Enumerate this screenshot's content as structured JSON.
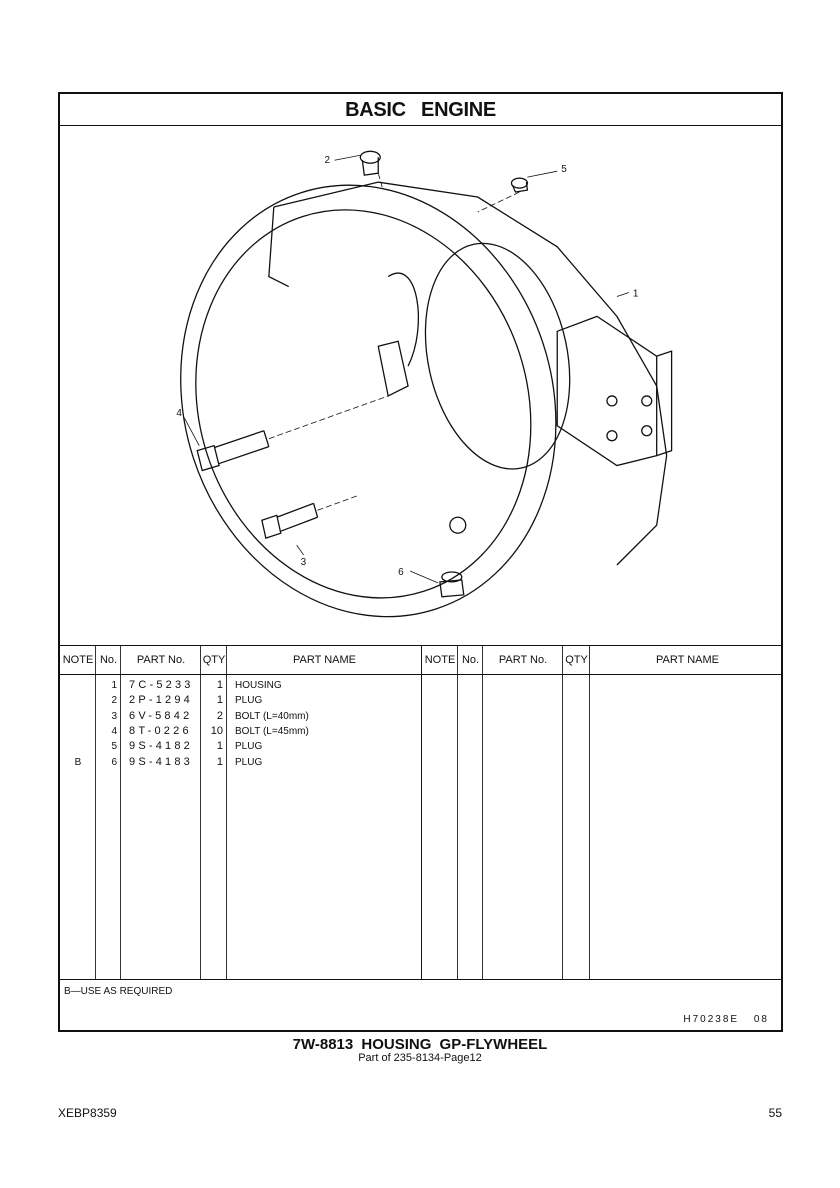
{
  "section_title": "BASIC ENGINE",
  "callouts": [
    "1",
    "2",
    "3",
    "4",
    "5",
    "6"
  ],
  "table": {
    "headers": [
      "NOTE",
      "No.",
      "PART No.",
      "QTY",
      "PART NAME"
    ],
    "rows": [
      {
        "note": "",
        "no": "1",
        "part": "7C-5233",
        "qty": "1",
        "name": "HOUSING"
      },
      {
        "note": "",
        "no": "2",
        "part": "2P-1294",
        "qty": "1",
        "name": "PLUG"
      },
      {
        "note": "",
        "no": "3",
        "part": "6V-5842",
        "qty": "2",
        "name": "BOLT (L=40mm)"
      },
      {
        "note": "",
        "no": "4",
        "part": "8T-0226",
        "qty": "10",
        "name": "BOLT (L=45mm)"
      },
      {
        "note": "",
        "no": "5",
        "part": "9S-4182",
        "qty": "1",
        "name": "PLUG"
      },
      {
        "note": "B",
        "no": "6",
        "part": "9S-4183",
        "qty": "1",
        "name": "PLUG"
      }
    ]
  },
  "notes": "B—USE AS REQUIRED",
  "drawing_code": "H70238E",
  "drawing_rev": "08",
  "caption": "7W-8813  HOUSING GP-FLYWHEEL",
  "subcaption": "Part of 235-8134-Page12",
  "doc_id": "XEBP8359",
  "page_number": "55"
}
